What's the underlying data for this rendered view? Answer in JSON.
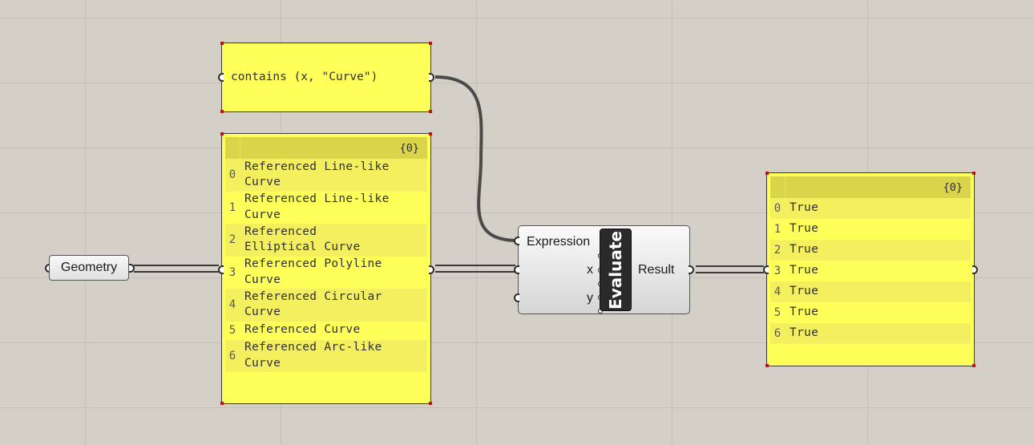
{
  "expression_panel": {
    "text": "contains (x, \"Curve\")"
  },
  "geometry_param": {
    "label": "Geometry"
  },
  "input_list": {
    "path": "{0}",
    "items": [
      {
        "index": "0",
        "lines": [
          "Referenced Line-like",
          "Curve"
        ]
      },
      {
        "index": "1",
        "lines": [
          "Referenced Line-like",
          "Curve"
        ]
      },
      {
        "index": "2",
        "lines": [
          "Referenced",
          "Elliptical Curve"
        ]
      },
      {
        "index": "3",
        "lines": [
          "Referenced Polyline",
          "Curve"
        ]
      },
      {
        "index": "4",
        "lines": [
          "Referenced Circular",
          "Curve"
        ]
      },
      {
        "index": "5",
        "lines": [
          "Referenced Curve"
        ]
      },
      {
        "index": "6",
        "lines": [
          "Referenced Arc-like",
          "Curve"
        ]
      }
    ]
  },
  "evaluate": {
    "name": "Evaluate",
    "inputs": {
      "expression": "Expression",
      "x": "x",
      "y": "y"
    },
    "output": "Result"
  },
  "result_list": {
    "path": "{0}",
    "items": [
      {
        "index": "0",
        "value": "True"
      },
      {
        "index": "1",
        "value": "True"
      },
      {
        "index": "2",
        "value": "True"
      },
      {
        "index": "3",
        "value": "True"
      },
      {
        "index": "4",
        "value": "True"
      },
      {
        "index": "5",
        "value": "True"
      },
      {
        "index": "6",
        "value": "True"
      }
    ]
  }
}
